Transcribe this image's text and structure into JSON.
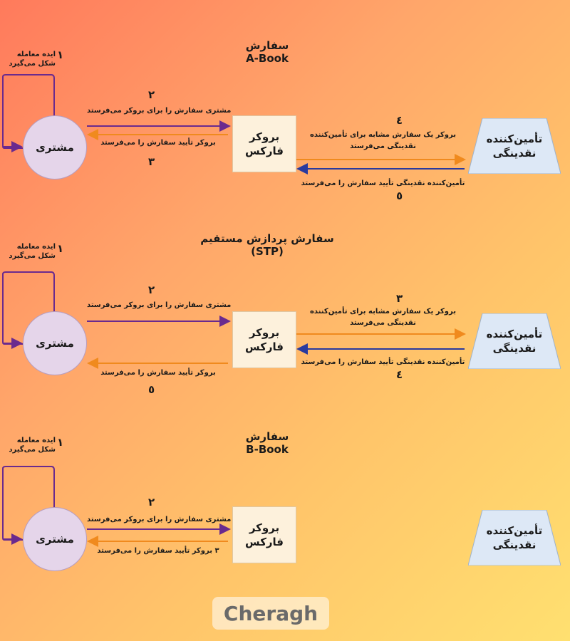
{
  "sections": [
    {
      "title1": "سفارش",
      "title2": "A-Book",
      "loop_num": "١",
      "loop_label": "ایده معامله شکل می‌گیرد",
      "customer": "مشتری",
      "broker": "بروکر فارکس",
      "lp": "تأمین‌کننده نقدینگی",
      "step_a_num": "٢",
      "step_a_text": "مشتری سفارش را برای بروکر می‌فرستد",
      "step_b_num": "٣",
      "step_b_text": "بروکر تأیید سفارش را می‌فرستد",
      "step_c_num": "٤",
      "step_c_text1": "بروکر یک سفارش مشابه برای تأمین‌کننده",
      "step_c_text2": "نقدینگی می‌فرستد",
      "step_d_num": "٥",
      "step_d_text": "تأمین‌کننده نقدینگی تأیید سفارش را می‌فرستد"
    },
    {
      "title1": "سفارش پردازش مستقیم",
      "title2": "(STP)",
      "loop_num": "١",
      "loop_label": "ایده معامله شکل می‌گیرد",
      "customer": "مشتری",
      "broker": "بروکر فارکس",
      "lp": "تأمین‌کننده نقدینگی",
      "step_a_num": "٢",
      "step_a_text": "مشتری سفارش را برای بروکر می‌فرستد",
      "step_c_num": "٣",
      "step_c_text1": "بروکر یک سفارش مشابه برای تأمین‌کننده",
      "step_c_text2": "نقدینگی می‌فرستد",
      "step_d_num": "٤",
      "step_d_text": "تأمین‌کننده نقدینگی تأیید سفارش را می‌فرستد",
      "step_b_num": "٥",
      "step_b_text": "بروکر تأیید سفارش را می‌فرستد"
    },
    {
      "title1": "سفارش",
      "title2": "B-Book",
      "loop_num": "١",
      "loop_label": "ایده معامله شکل می‌گیرد",
      "customer": "مشتری",
      "broker": "بروکر فارکس",
      "lp": "تأمین‌کننده نقدینگی",
      "step_a_num": "٢",
      "step_a_text": "مشتری سفارش را برای بروکر می‌فرستد",
      "step_b_text": "٣ بروکر تأیید سفارش را می‌فرستد"
    }
  ],
  "logo": "Cheragh",
  "colors": {
    "purple_arrow": "#6a2a8e",
    "orange_arrow": "#f08a1e",
    "blue_arrow": "#2a3a9e",
    "customer_fill": "#e5d5ea",
    "broker_fill": "#fdf1dc",
    "lp_fill": "#dde8f6"
  }
}
